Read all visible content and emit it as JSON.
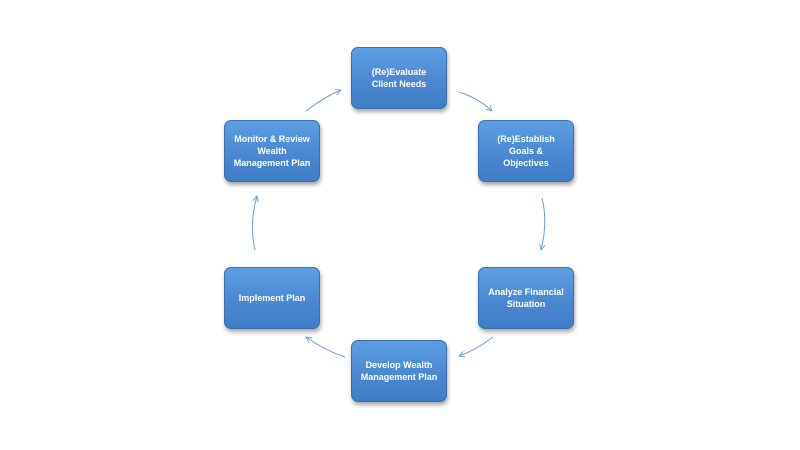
{
  "diagram": {
    "type": "cycle",
    "steps": [
      {
        "label": "(Re)Evaluate\nClient Needs"
      },
      {
        "label": "(Re)Establish\nGoals &\nObjectives"
      },
      {
        "label": "Analyze Financial\nSituation"
      },
      {
        "label": "Develop Wealth\nManagement Plan"
      },
      {
        "label": "Implement Plan"
      },
      {
        "label": "Monitor & Review\nWealth\nManagement Plan"
      }
    ],
    "colors": {
      "node_fill": "#4a89d2",
      "node_border": "#3a6fb0",
      "node_text": "#ffffff",
      "connector": "#6a9fd8"
    }
  }
}
